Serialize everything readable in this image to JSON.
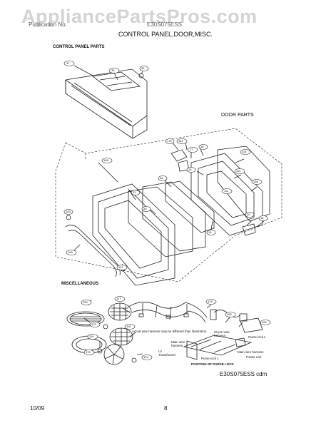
{
  "watermark": "AppliancePartsPros.com",
  "header": {
    "left_text": "Publication No.",
    "right_text": "E30S075ESS",
    "title": "CONTROL PANEL,DOOR,MISC."
  },
  "sections": {
    "control_panel": "CONTROL PANEL PARTS",
    "door": "DOOR PARTS",
    "misc": "MISCELLANEOUS"
  },
  "callouts": {
    "c37": "37",
    "c35": "35",
    "c32": "32",
    "c106": "106",
    "c176": "176",
    "c181": "181",
    "c17": "17",
    "c18": "18",
    "c116": "116",
    "c114": "114",
    "c136": "136",
    "c111": "111",
    "c20": "20",
    "c15": "15",
    "c19": "19",
    "c31": "31",
    "c49": "49",
    "c16": "16",
    "c105": "105",
    "c165": "165",
    "c107": "107",
    "c117": "117",
    "c100": "100",
    "c113": "113",
    "c118": "118",
    "c172": "172",
    "c119": "119",
    "c125": "125",
    "c155": "155",
    "c152": "152",
    "c104": "104",
    "c48": "48"
  },
  "notes": {
    "harness": "Actual wire harness may be different than illustration.",
    "door_ajar": "20 pin wire harness",
    "purse_lock_l": "Purse lock L",
    "main_wire": "Main wire harness",
    "lv_transformer": "LV Transformer",
    "purse_lock_l2": "Purse lock L",
    "main_wire2": "Main wire harness",
    "power_unit": "Power unit",
    "position": "POSITION OF PURSE LOCK"
  },
  "footer": {
    "model": "E30S075ESS cdm",
    "date": "10/09",
    "page": "8"
  }
}
